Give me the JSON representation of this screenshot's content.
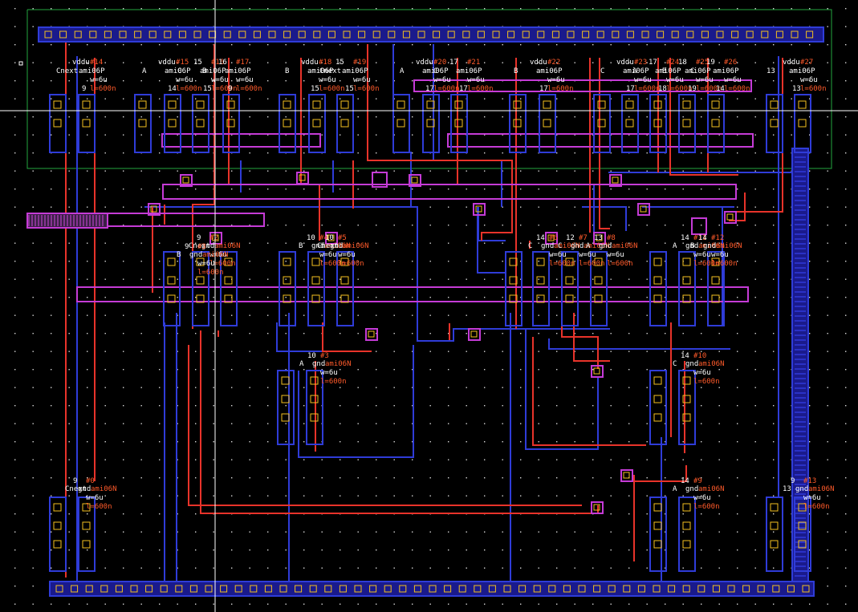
{
  "colors": {
    "background": "#000000",
    "grid_dot": "#d8d8d8",
    "metal1": "#2f3cd8",
    "poly": "#e8332a",
    "metal2": "#c53bd6",
    "nwell": "#25a640",
    "rail_fill": "#1a1a8c",
    "contact_outline": "#f3c01f",
    "label_text": "#ff5a2a",
    "label_text_white": "#ffffff",
    "crosshair": "#ffffff"
  },
  "pmos_devices": [
    {
      "net": "vddu",
      "id": "#14",
      "gate": "Cnext",
      "drain": "9",
      "model": "ami06P",
      "w": "w=6u",
      "l": "l=600n"
    },
    {
      "net": "vddu",
      "id": "#15",
      "gate": "A",
      "drain": "14",
      "model": "ami06P",
      "w": "w=6u",
      "l": "l=600n"
    },
    {
      "net": "15",
      "id": "#16",
      "gate": "C",
      "drain": "15",
      "model": "ami06P",
      "w": "w=6u",
      "l": "l=600n"
    },
    {
      "net": "16",
      "id": "#17",
      "gate": "B",
      "drain": "9",
      "model": "ami06P",
      "w": "w=6u",
      "l": "l=600n"
    },
    {
      "net": "vddu",
      "id": "#18",
      "gate": "B",
      "drain": "15",
      "model": "ami06P",
      "w": "w=6u",
      "l": "l=600n"
    },
    {
      "net": "15",
      "id": "#19",
      "gate": "Cnext",
      "drain": "15",
      "model": "ami06P",
      "w": "w=6u",
      "l": "l=600n"
    },
    {
      "net": "vddu",
      "id": "#20",
      "gate": "A",
      "drain": "17",
      "model": "ami06P",
      "w": "w=6u",
      "l": "l=600n"
    },
    {
      "net": "17",
      "id": "#21",
      "gate": "C",
      "drain": "17",
      "model": "ami06P",
      "w": "w=6u",
      "l": "l=600n"
    },
    {
      "net": "vddu",
      "id": "#22",
      "gate": "B",
      "drain": "17",
      "model": "ami06P",
      "w": "w=6u",
      "l": "l=600n"
    },
    {
      "net": "vddu",
      "id": "#23",
      "gate": "C",
      "drain": "17",
      "model": "ami06P",
      "w": "w=6u",
      "l": "l=600n"
    },
    {
      "net": "17",
      "id": "#24",
      "gate": "A",
      "drain": "18",
      "model": "ami06P",
      "w": "w=6u",
      "l": "l=600n"
    },
    {
      "net": "18",
      "id": "#25",
      "gate": "B",
      "drain": "19",
      "model": "ami06P",
      "w": "w=6u",
      "l": "l=600n"
    },
    {
      "net": "19",
      "id": "#26",
      "gate": "C",
      "drain": "14",
      "model": "ami06P",
      "w": "w=6u",
      "l": "l=600n"
    },
    {
      "net": "vddu",
      "id": "#27",
      "gate": "13",
      "drain": "13",
      "model": "ami06P",
      "w": "w=6u",
      "l": "l=600n"
    }
  ],
  "nmos_devices": [
    {
      "net": "9",
      "id": "#2",
      "gate": "Cnext",
      "source": "gnd",
      "model": "ami06N",
      "w": "w=6u",
      "l": "l=600n"
    },
    {
      "net": "9",
      "id": "#3",
      "gate": "B",
      "source": "gnd",
      "model": "ami06N",
      "w": "w=6u",
      "l": "l=600n"
    },
    {
      "net": "10",
      "id": "#4",
      "gate": "B",
      "source": "gnd",
      "model": "ami06N",
      "w": "w=6u",
      "l": "l=600n"
    },
    {
      "net": "10",
      "id": "#5",
      "gate": "Cnext",
      "source": "gnd",
      "model": "ami06N",
      "w": "w=6u",
      "l": "l=600n"
    },
    {
      "net": "14",
      "id": "#6",
      "gate": "C",
      "source": "gnd",
      "model": "ami06N",
      "w": "w=6u",
      "l": "l=600n"
    },
    {
      "net": "12",
      "id": "#7",
      "gate": "C",
      "source": "gnd",
      "model": "ami06N",
      "w": "w=6u",
      "l": "l=600n"
    },
    {
      "net": "13",
      "id": "#8",
      "gate": "A",
      "source": "gnd",
      "model": "ami06N",
      "w": "w=6u",
      "l": "l=600n"
    },
    {
      "net": "14",
      "id": "#11",
      "gate": "A",
      "source": "gnd",
      "model": "ami06N",
      "w": "w=6u",
      "l": "l=600n"
    },
    {
      "net": "14",
      "id": "#12",
      "gate": "B",
      "source": "gnd",
      "model": "ami06N",
      "w": "w=6u",
      "l": "l=600n"
    },
    {
      "net": "10",
      "id": "#3",
      "gate": "A",
      "source": "gnd",
      "model": "ami06N",
      "w": "w=6u",
      "l": "l=600n"
    },
    {
      "net": "14",
      "id": "#10",
      "gate": "C",
      "source": "gnd",
      "model": "ami06N",
      "w": "w=6u",
      "l": "l=600n"
    },
    {
      "net": "9",
      "id": "#0",
      "gate": "Cnext",
      "source": "gnd",
      "model": "ami06N",
      "w": "w=6u",
      "l": "l=600n"
    },
    {
      "net": "14",
      "id": "#9",
      "gate": "A",
      "source": "gnd",
      "model": "ami06N",
      "w": "w=6u",
      "l": "l=600n"
    },
    {
      "net": "9",
      "id": "#13",
      "gate": "13",
      "source": "gnd",
      "model": "ami06N",
      "w": "w=6u",
      "l": "l=600n"
    }
  ]
}
